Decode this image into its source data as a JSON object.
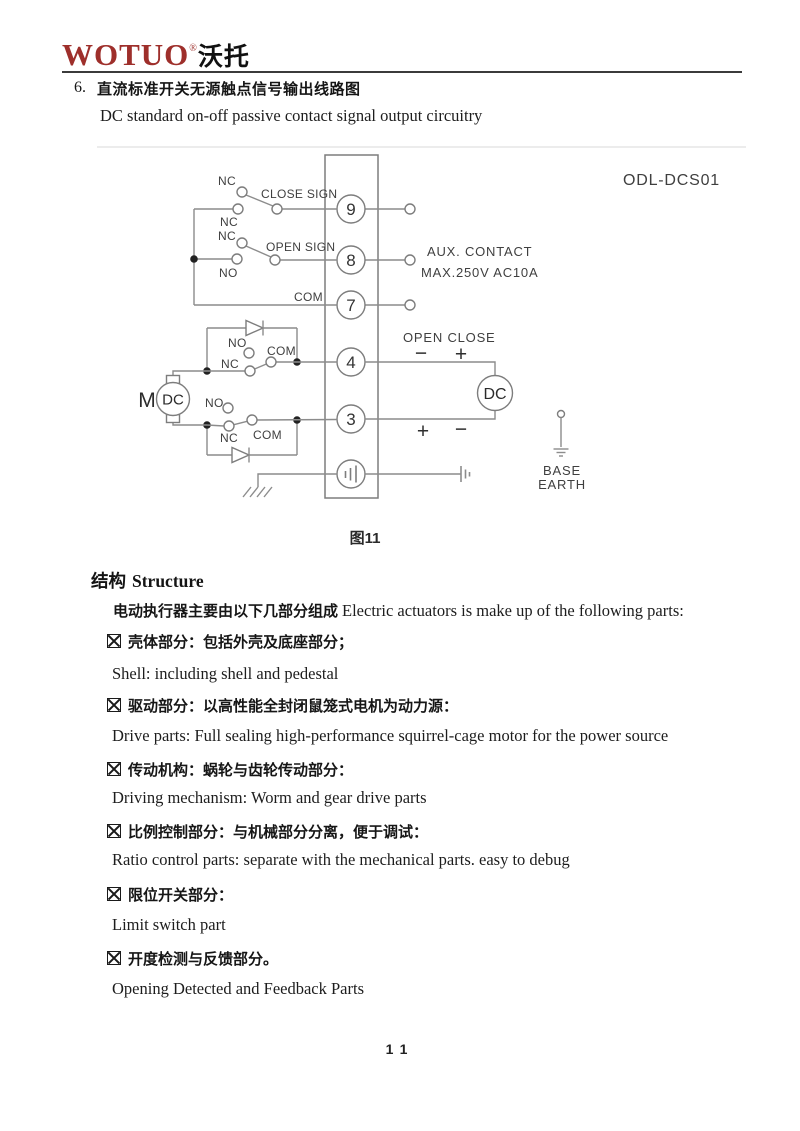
{
  "header": {
    "logo": {
      "wordmark": "WOTUO",
      "registered_mark": "®",
      "wordmark_cjk": "沃托",
      "brand_color": "#9e2f2b"
    },
    "section_number": "6.",
    "section_title_cjk": "直流标准开关无源触点信号输出线路图",
    "section_title_en": "DC standard on-off passive contact signal output circuitry"
  },
  "diagram": {
    "model": "ODL-DCS01",
    "caption": "图11",
    "terminals": [
      "9",
      "8",
      "7",
      "4",
      "3"
    ],
    "labels": {
      "nc": "NC",
      "no": "NO",
      "com": "COM",
      "close_sign": "CLOSE SIGN",
      "open_sign": "OPEN SIGN",
      "aux_contact_line1": "AUX. CONTACT",
      "aux_contact_line2": "MAX.250V AC10A",
      "open_close": "OPEN CLOSE",
      "plus": "+",
      "minus": "−",
      "motor": "M",
      "motor_type": "DC",
      "dc_source": "DC",
      "base_earth_line1": "BASE",
      "base_earth_line2": "EARTH"
    },
    "wire_color": "#8c8c8c",
    "text_color": "#3f3f3f"
  },
  "structure": {
    "heading_cjk": "结构",
    "heading_en": "Structure",
    "intro_cjk": "电动执行器主要由以下几部分组成",
    "intro_en": "Electric actuators is make up of the following parts:",
    "items": [
      {
        "cjk": "壳体部分：包括外壳及底座部分；",
        "en": "Shell: including shell and pedestal"
      },
      {
        "cjk": "驱动部分：以高性能全封闭鼠笼式电机为动力源：",
        "en": "Drive parts: Full sealing high-performance squirrel-cage motor for the power source"
      },
      {
        "cjk": "传动机构：蜗轮与齿轮传动部分：",
        "en": "Driving mechanism: Worm and gear drive parts"
      },
      {
        "cjk": "比例控制部分：与机械部分分离，便于调试：",
        "en": "Ratio control parts: separate with the mechanical parts. easy to debug"
      },
      {
        "cjk": "限位开关部分：",
        "en": "Limit switch part"
      },
      {
        "cjk": "开度检测与反馈部分。",
        "en": "Opening Detected and Feedback Parts"
      }
    ]
  },
  "footer": {
    "page_number": "11"
  }
}
